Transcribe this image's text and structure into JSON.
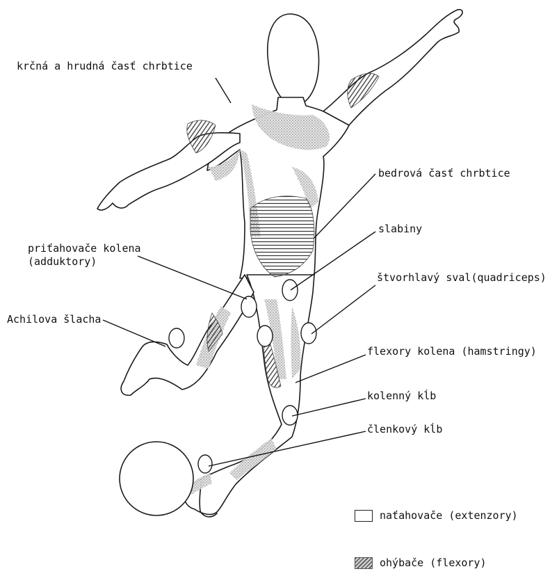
{
  "labels": {
    "cervical_thoracic_spine": "krčná a hrudná časť chrbtice",
    "lumbar_spine": "bedrová časť chrbtice",
    "groin": "slabiny",
    "knee_adductors_line1": "priťahovače kolena",
    "knee_adductors_line2": "(adduktory)",
    "quadriceps": "štvorhlavý sval(quadriceps)",
    "achilles_tendon": "Achilova šlacha",
    "knee_flexors": "flexory kolena (hamstringy)",
    "knee_joint": "kolenný kĺb",
    "ankle_joint": "členkový kĺb"
  },
  "legend": {
    "extensors": "naťahovače (extenzory)",
    "flexors": "ohýbače (flexory)"
  },
  "colors": {
    "outline": "#1a1a1a",
    "shading": "#8a8a8a",
    "hatch": "#555555"
  }
}
